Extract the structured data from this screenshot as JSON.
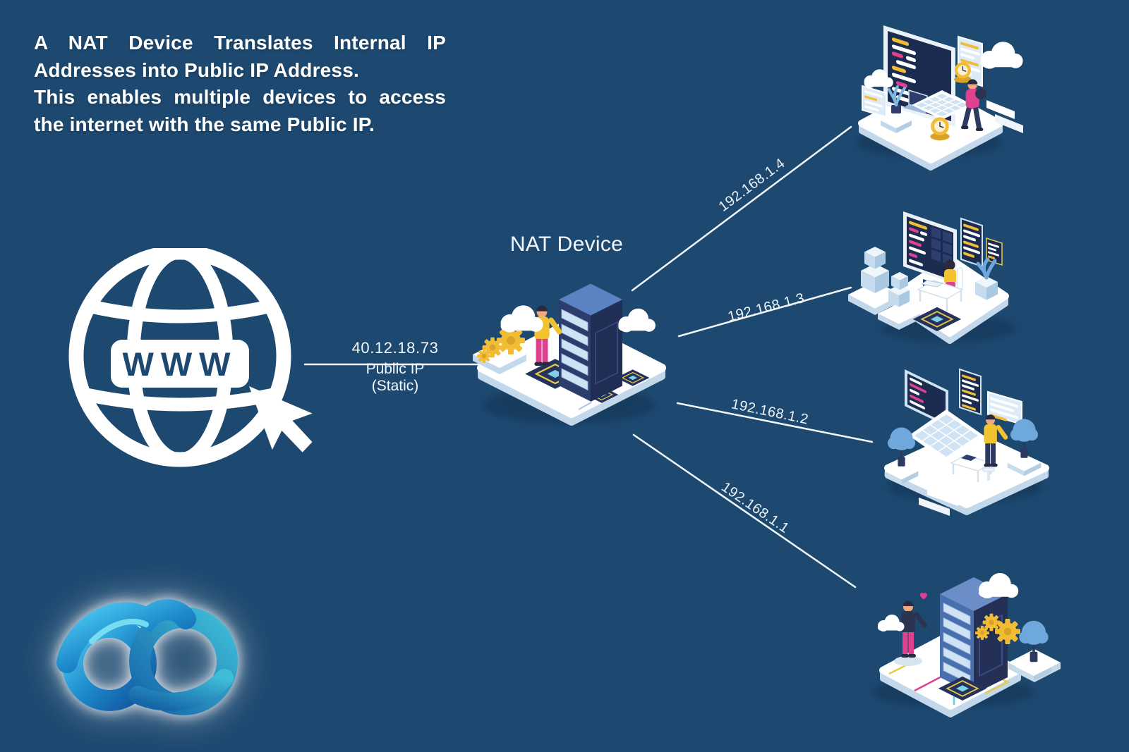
{
  "intro": {
    "lines": [
      "A NAT Device Translates Internal IP",
      "Addresses into Public IP Address.",
      "This enables multiple devices to access",
      "the internet with the same Public IP."
    ]
  },
  "globe": {
    "label": "WWW"
  },
  "nat_device": {
    "label": "NAT Device"
  },
  "public_ip": {
    "address": "40.12.18.73",
    "label": "Public IP",
    "sublabel": "(Static)"
  },
  "connections": [
    {
      "ip": "192.168.1.4"
    },
    {
      "ip": "192.168.1.3"
    },
    {
      "ip": "192.168.1.2"
    },
    {
      "ip": "192.168.1.1"
    }
  ],
  "colors": {
    "background": "#1d4970",
    "line": "#f2f7fb",
    "text": "#ffffff",
    "accent_yellow": "#f2bd34",
    "accent_magenta": "#e0418f",
    "navy": "#2c3c6b",
    "screen_dark": "#1b2c50",
    "platform_white": "#ffffff",
    "logo_blue_light": "#3fc1ef",
    "logo_blue_dark": "#14529b"
  }
}
